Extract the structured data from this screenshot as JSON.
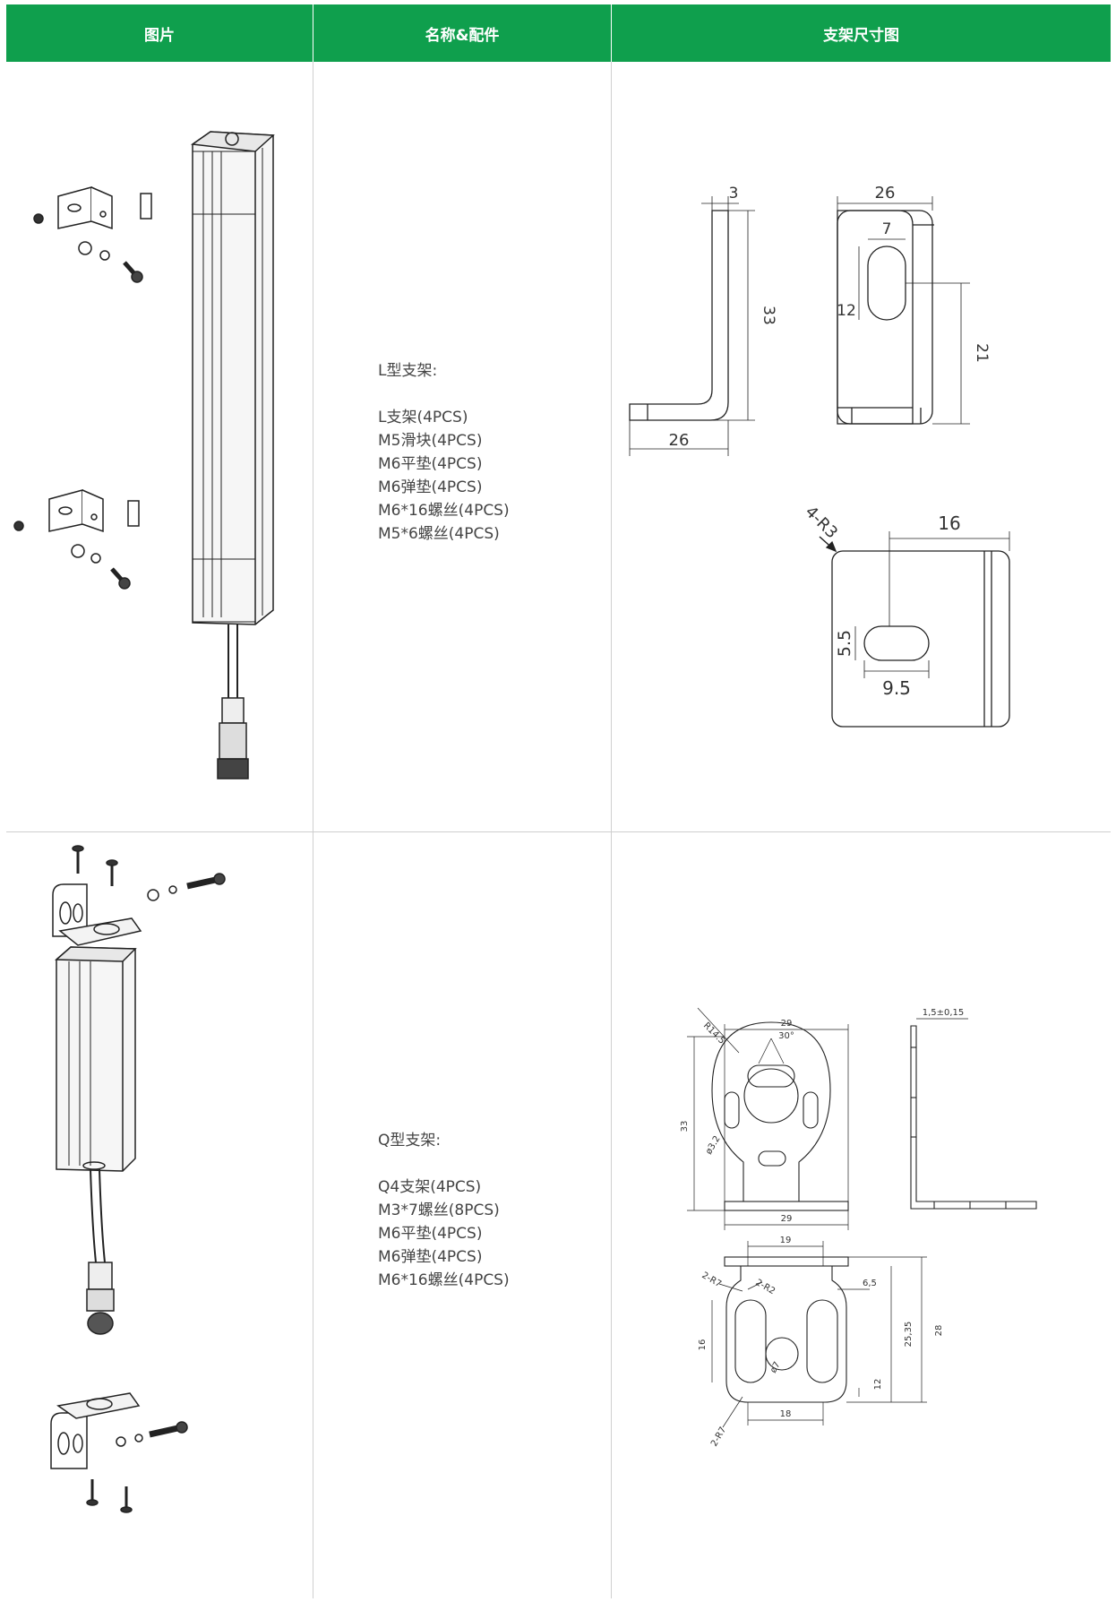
{
  "header": {
    "col1": "图片",
    "col2": "名称&配件",
    "col3": "支架尺寸图"
  },
  "rows": [
    {
      "title": "L型支架:",
      "items": [
        "L支架(4PCS)",
        "M5滑块(4PCS)",
        "M6平垫(4PCS)",
        "M6弹垫(4PCS)",
        "M6*16螺丝(4PCS)",
        "M5*6螺丝(4PCS)"
      ],
      "dims": {
        "d3": "3",
        "d33": "33",
        "d26a": "26",
        "d26b": "26",
        "d7": "7",
        "d12": "12",
        "d21": "21",
        "r3": "4-R3",
        "d16": "16",
        "d55": "5.5",
        "d95": "9.5"
      }
    },
    {
      "title": "Q型支架:",
      "items": [
        "Q4支架(4PCS)",
        "M3*7螺丝(8PCS)",
        "M6平垫(4PCS)",
        "M6弹垫(4PCS)",
        "M6*16螺丝(4PCS)"
      ],
      "dims": {
        "r145": "R14.5",
        "d29a": "29",
        "a30": "30°",
        "d33": "33",
        "phi32": "ø3.2",
        "d29b": "29",
        "t15": "1,5±0,15",
        "d19": "19",
        "r7a": "2-R7",
        "r2": "2-R2",
        "d65": "6,5",
        "d16": "16",
        "phi7": "ø7",
        "d12": "12",
        "d2535": "25,35",
        "d28": "28",
        "r7b": "2-R7",
        "d18": "18"
      }
    }
  ],
  "colors": {
    "header_bg": "#0f9f4d",
    "header_text": "#ffffff",
    "grid": "#cfcfcf"
  }
}
